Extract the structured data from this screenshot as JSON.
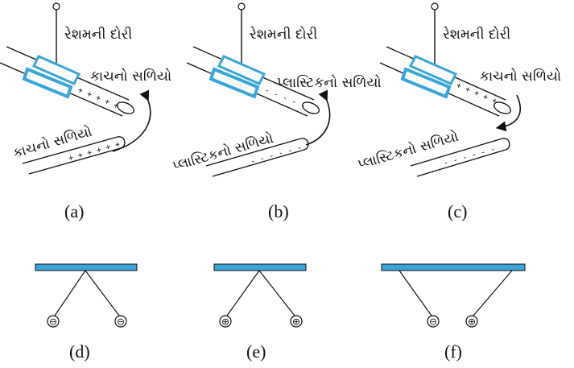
{
  "colors": {
    "accent": "#3aa6d8",
    "ink": "#111111"
  },
  "panels": {
    "a": {
      "caption": "(a)",
      "thread_label": "રેશમની દોરી",
      "hung_rod_label": "કાચનો સળિયો",
      "hung_rod_charges": "+ + + + +",
      "lower_rod_label": "કાચનો સળિયો",
      "lower_rod_charges": "+ + + + + +"
    },
    "b": {
      "caption": "(b)",
      "thread_label": "રેશમની દોરી",
      "hung_rod_label": "પ્લાસ્ટિકનો સળિયો",
      "hung_rod_charges": "- - - - -",
      "lower_rod_label": "પ્લાસ્ટિકનો સળિયો",
      "lower_rod_charges": "- - - - - -"
    },
    "c": {
      "caption": "(c)",
      "thread_label": "રેશમની દોરી",
      "hung_rod_label": "કાચનો સળિયો",
      "hung_rod_charges": "+ + + + +",
      "lower_rod_label": "પ્લાસ્ટિકનો સળિયો",
      "lower_rod_charges": "- - - - - -"
    },
    "d": {
      "caption": "(d)",
      "left_charge": "⊖",
      "right_charge": "⊖"
    },
    "e": {
      "caption": "(e)",
      "left_charge": "⊕",
      "right_charge": "⊕"
    },
    "f": {
      "caption": "(f)",
      "left_charge": "⊖",
      "right_charge": "⊕"
    }
  }
}
